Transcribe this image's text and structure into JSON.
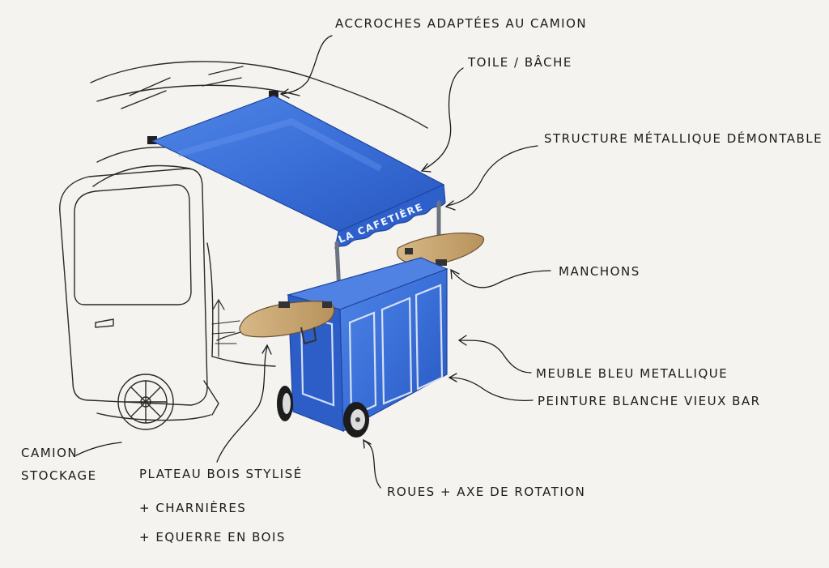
{
  "labels": {
    "accroches": "ACCROCHES ADAPTÉES AU CAMION",
    "toile": "TOILE / BÂCHE",
    "structure": "STRUCTURE MÉTALLIQUE DÉMONTABLE",
    "manchons": "MANCHONS",
    "meuble": "MEUBLE BLEU METALLIQUE",
    "peinture": "PEINTURE BLANCHE VIEUX BAR",
    "roues": "ROUES + AXE DE ROTATION",
    "camion_line1": "CAMION",
    "camion_line2": "STOCKAGE",
    "plateau_line1": "PLATEAU BOIS STYLISÉ",
    "plateau_line2": "+ CHARNIÈRES",
    "plateau_line3": "+ EQUERRE EN BOIS"
  },
  "awning_text": "LA CAFETIÈRE",
  "colors": {
    "paper": "#f4f3ef",
    "ink": "#1b1b1b",
    "blue": "#3a6fd8",
    "blue_dark": "#2550b8",
    "wood": "#c9a877",
    "white_paint": "#e6ecf8"
  }
}
